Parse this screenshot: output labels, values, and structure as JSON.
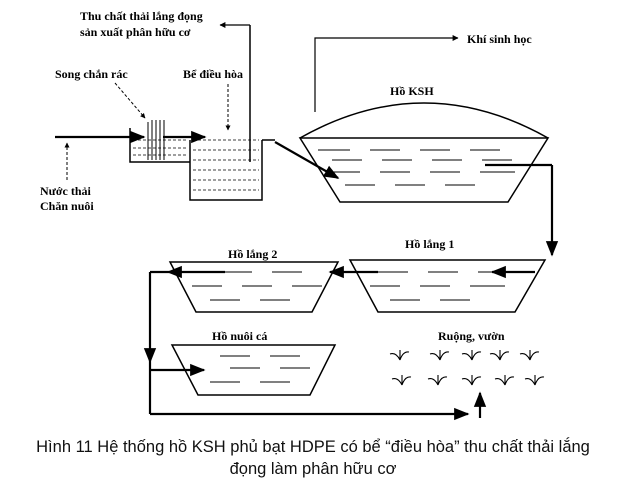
{
  "labels": {
    "top_left_1": "Thu chất thải lắng đọng",
    "top_left_2": "sản xuất phân hữu cơ",
    "biogas": "Khí sinh học",
    "screen": "Song chắn rác",
    "equalization": "Bể điều hòa",
    "digester": "Hồ KSH",
    "wastewater_1": "Nước thải",
    "wastewater_2": "Chăn nuôi",
    "settling_2": "Hồ lắng 2",
    "settling_1": "Hồ lắng 1",
    "fish_pond": "Hồ nuôi cá",
    "fields": "Ruộng, vườn"
  },
  "caption": {
    "line1": "Hình 11  Hệ thống hồ KSH phủ bạt HDPE có bể “điều hòa” thu chất thải lắng",
    "line2": "đọng làm phân hữu cơ"
  }
}
